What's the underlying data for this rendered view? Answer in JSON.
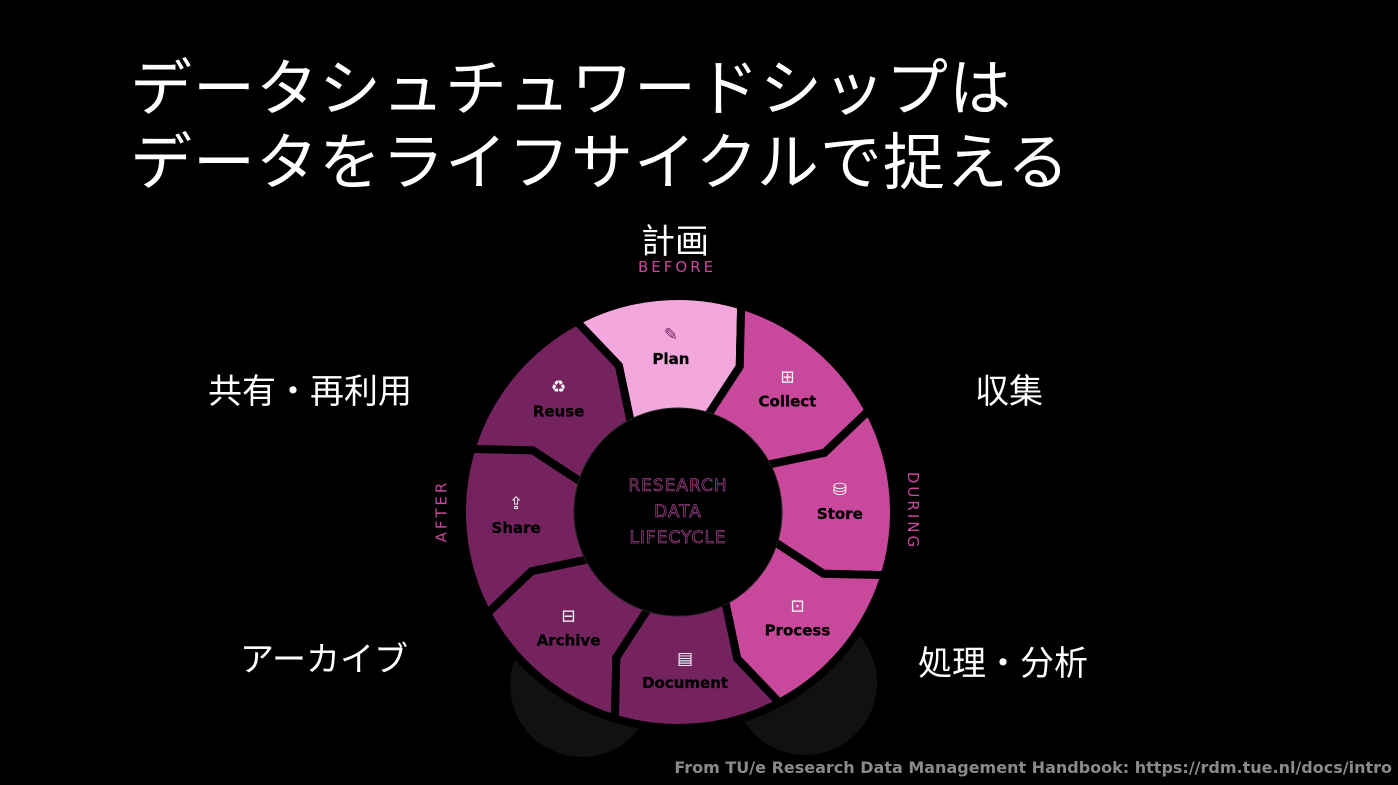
{
  "title": {
    "line1": "データシュチュワードシップは",
    "line2": "データをライフサイクルで捉える"
  },
  "jp_labels": {
    "plan": "計画",
    "collect": "収集",
    "process": "処理・分析",
    "archive": "アーカイブ",
    "share": "共有・再利用"
  },
  "phases": {
    "before": "BEFORE",
    "during": "DURING",
    "after": "AFTER"
  },
  "center": {
    "line1": "RESEARCH",
    "line2": "DATA",
    "line3": "LIFECYCLE"
  },
  "colors": {
    "light": "#f2a8dc",
    "mid": "#c8489b",
    "dark": "#74235e",
    "phase": "#c8489b"
  },
  "segments": [
    {
      "label": "Plan",
      "icon": "edit-icon",
      "glyph": "✎",
      "tone": "light"
    },
    {
      "label": "Collect",
      "icon": "basket-icon",
      "glyph": "⊞",
      "tone": "mid"
    },
    {
      "label": "Store",
      "icon": "database-icon",
      "glyph": "⛁",
      "tone": "mid"
    },
    {
      "label": "Process",
      "icon": "cpu-icon",
      "glyph": "⊡",
      "tone": "mid"
    },
    {
      "label": "Document",
      "icon": "document-icon",
      "glyph": "▤",
      "tone": "dark"
    },
    {
      "label": "Archive",
      "icon": "archive-icon",
      "glyph": "⊟",
      "tone": "dark"
    },
    {
      "label": "Share",
      "icon": "share-icon",
      "glyph": "⇪",
      "tone": "dark"
    },
    {
      "label": "Reuse",
      "icon": "recycle-icon",
      "glyph": "♻",
      "tone": "dark"
    }
  ],
  "credit": "From TU/e Research Data Management Handbook: https://rdm.tue.nl/docs/intro"
}
